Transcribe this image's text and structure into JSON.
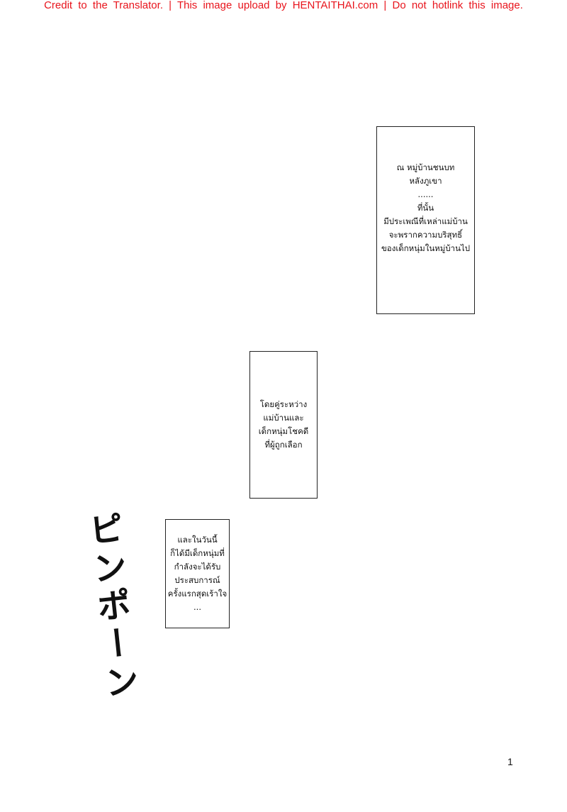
{
  "header": {
    "credit_text": "Credit to the Translator. | This image upload by HENTAITHAI.com | Do not hotlink this image."
  },
  "captions": [
    {
      "lines": [
        "ณ หมู่บ้านชนบท",
        "หลังภูเขา",
        "......",
        "ที่นั้น",
        "มีประเพณีที่เหล่าแม่บ้าน",
        "จะพรากความบริสุทธิ์",
        "ของเด็กหนุ่มในหมู่บ้านไป"
      ]
    },
    {
      "lines": [
        "โดยคู่ระหว่าง",
        "แม่บ้านและ",
        "เด็กหนุ่มโชคดี",
        "ที่ผู้ถูกเลือก"
      ]
    },
    {
      "lines": [
        "และในวันนี้",
        "ก็ได้มีเด็กหนุ่มที่",
        "กำลังจะได้รับ",
        "ประสบการณ์",
        "ครั้งแรกสุดเร้าใจ",
        "..."
      ]
    }
  ],
  "sound_effect": {
    "text": "ピンポーン"
  },
  "page_number": "1"
}
